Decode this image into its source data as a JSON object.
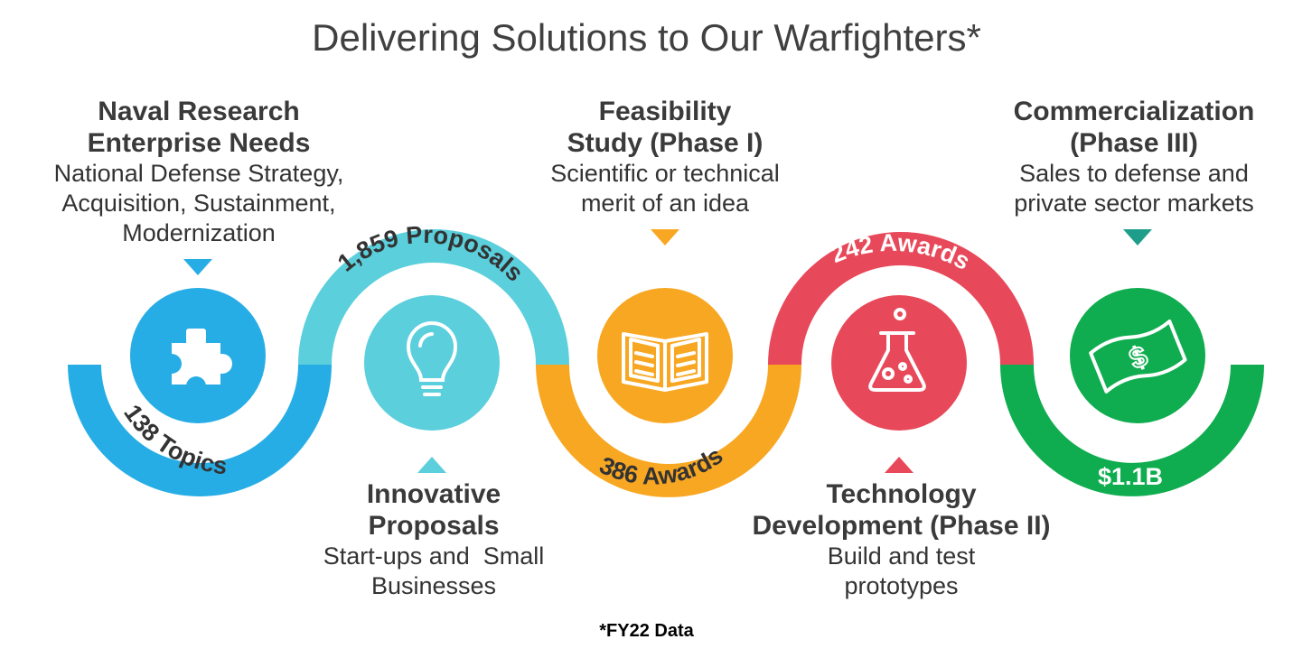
{
  "title": "Delivering Solutions to Our Warfighters*",
  "footnote": "*FY22 Data",
  "colors": {
    "blue": "#27ade5",
    "cyan": "#5bcfdc",
    "orange": "#f8a722",
    "red": "#e8495a",
    "green": "#0fad4f"
  },
  "stages": [
    {
      "heading": [
        "Naval Research",
        "Enterprise Needs"
      ],
      "body": [
        "National Defense Strategy,",
        "Acquisition, Sustainment,",
        "Modernization"
      ],
      "metric": "138 Topics",
      "icon": "puzzle-piece-icon"
    },
    {
      "heading": [
        "Innovative",
        "Proposals"
      ],
      "body": [
        "Start-ups and  Small",
        "Businesses"
      ],
      "metric": "1,859 Proposals",
      "icon": "lightbulb-icon"
    },
    {
      "heading": [
        "Feasibility",
        "Study (Phase I)"
      ],
      "body": [
        "Scientific or technical",
        "merit of an idea"
      ],
      "metric": "386 Awards",
      "icon": "open-book-icon"
    },
    {
      "heading": [
        "Technology",
        "Development (Phase II)"
      ],
      "body": [
        "Build and test",
        "prototypes"
      ],
      "metric": "242 Awards",
      "icon": "flask-icon"
    },
    {
      "heading": [
        "Commercialization",
        "(Phase III)"
      ],
      "body": [
        "Sales to defense and",
        "private sector markets"
      ],
      "metric": "$1.1B",
      "icon": "money-bill-icon"
    }
  ]
}
